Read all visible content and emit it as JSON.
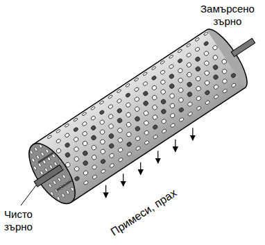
{
  "diagram": {
    "labels": [
      "Замърсено зърно",
      "Примеси, прах",
      "Чисто зърно"
    ]
  }
}
